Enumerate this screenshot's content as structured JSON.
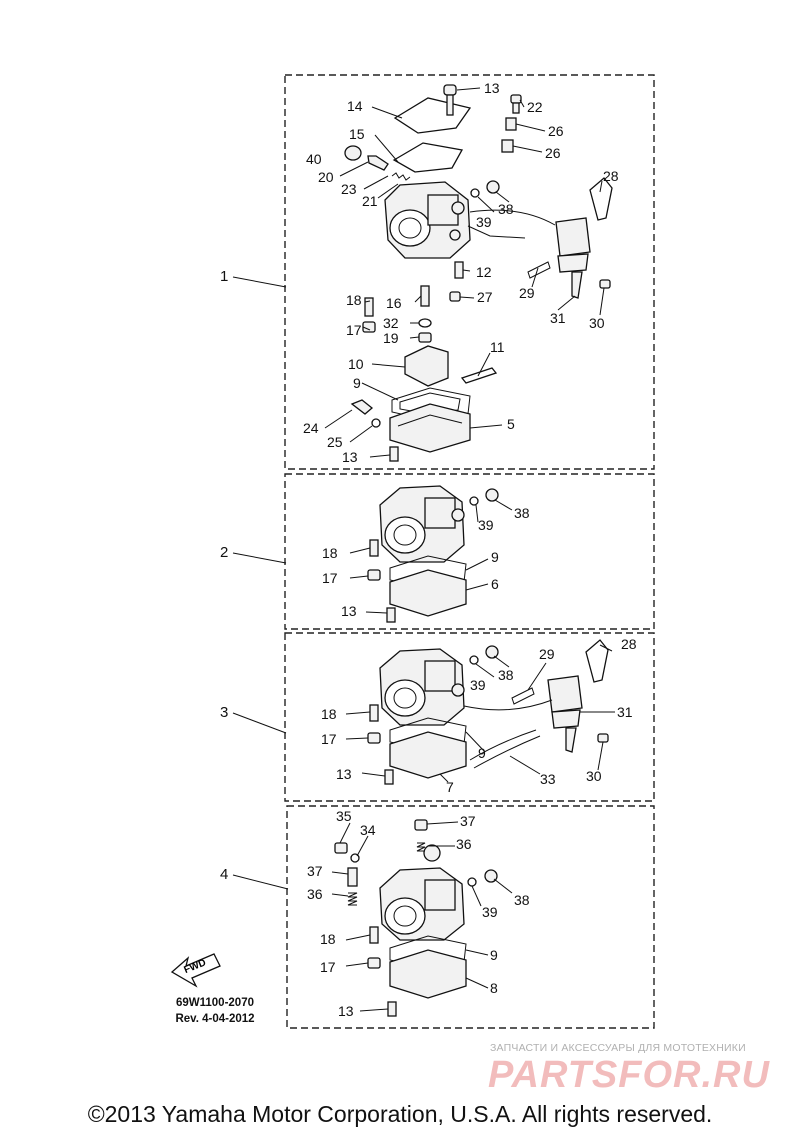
{
  "diagram": {
    "group_labels": [
      "1",
      "2",
      "3",
      "4"
    ],
    "callouts": {
      "g1": [
        "13",
        "22",
        "14",
        "26",
        "15",
        "26",
        "40",
        "20",
        "23",
        "28",
        "21",
        "39",
        "38",
        "1",
        "12",
        "29",
        "18",
        "16",
        "27",
        "31",
        "30",
        "32",
        "17",
        "19",
        "10",
        "11",
        "9",
        "24",
        "5",
        "25",
        "13"
      ],
      "g2": [
        "38",
        "39",
        "2",
        "18",
        "9",
        "17",
        "6",
        "13"
      ],
      "g3": [
        "28",
        "29",
        "38",
        "39",
        "31",
        "3",
        "18",
        "9",
        "17",
        "30",
        "33",
        "13",
        "7"
      ],
      "g4": [
        "35",
        "37",
        "34",
        "36",
        "37",
        "36",
        "4",
        "38",
        "39",
        "18",
        "9",
        "17",
        "8",
        "13"
      ]
    },
    "fwd_label": "FWD",
    "drawing_number": "69W1100-2070",
    "revision": "Rev.  4-04-2012"
  },
  "watermark": {
    "tagline": "ЗАПЧАСТИ И АКСЕССУАРЫ ДЛЯ МОТОТЕХНИКИ",
    "brand": "PARTSFOR.RU",
    "color": "#f2bcbc"
  },
  "footer": {
    "copyright": "©2013 Yamaha Motor Corporation, U.S.A. All rights reserved."
  }
}
